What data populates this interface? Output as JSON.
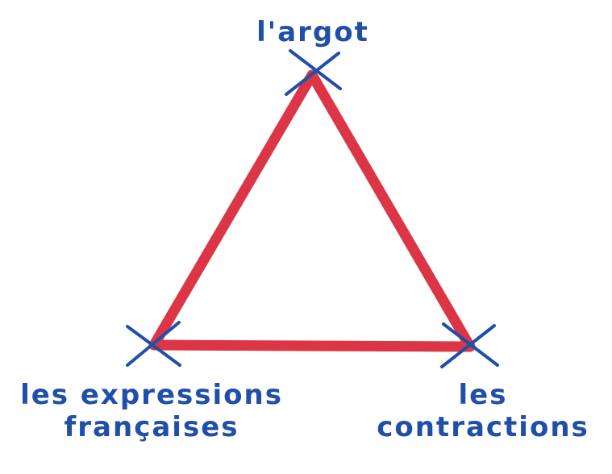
{
  "colors": {
    "triangle": "#dc3545",
    "marker": "#1f4fa8",
    "text": "#1f4fa8"
  },
  "nodes": {
    "top": {
      "label": "l'argot"
    },
    "bottom_left": {
      "label_line1": "les expressions",
      "label_line2": "françaises"
    },
    "bottom_right": {
      "label_line1": "les",
      "label_line2": "contractions"
    }
  }
}
